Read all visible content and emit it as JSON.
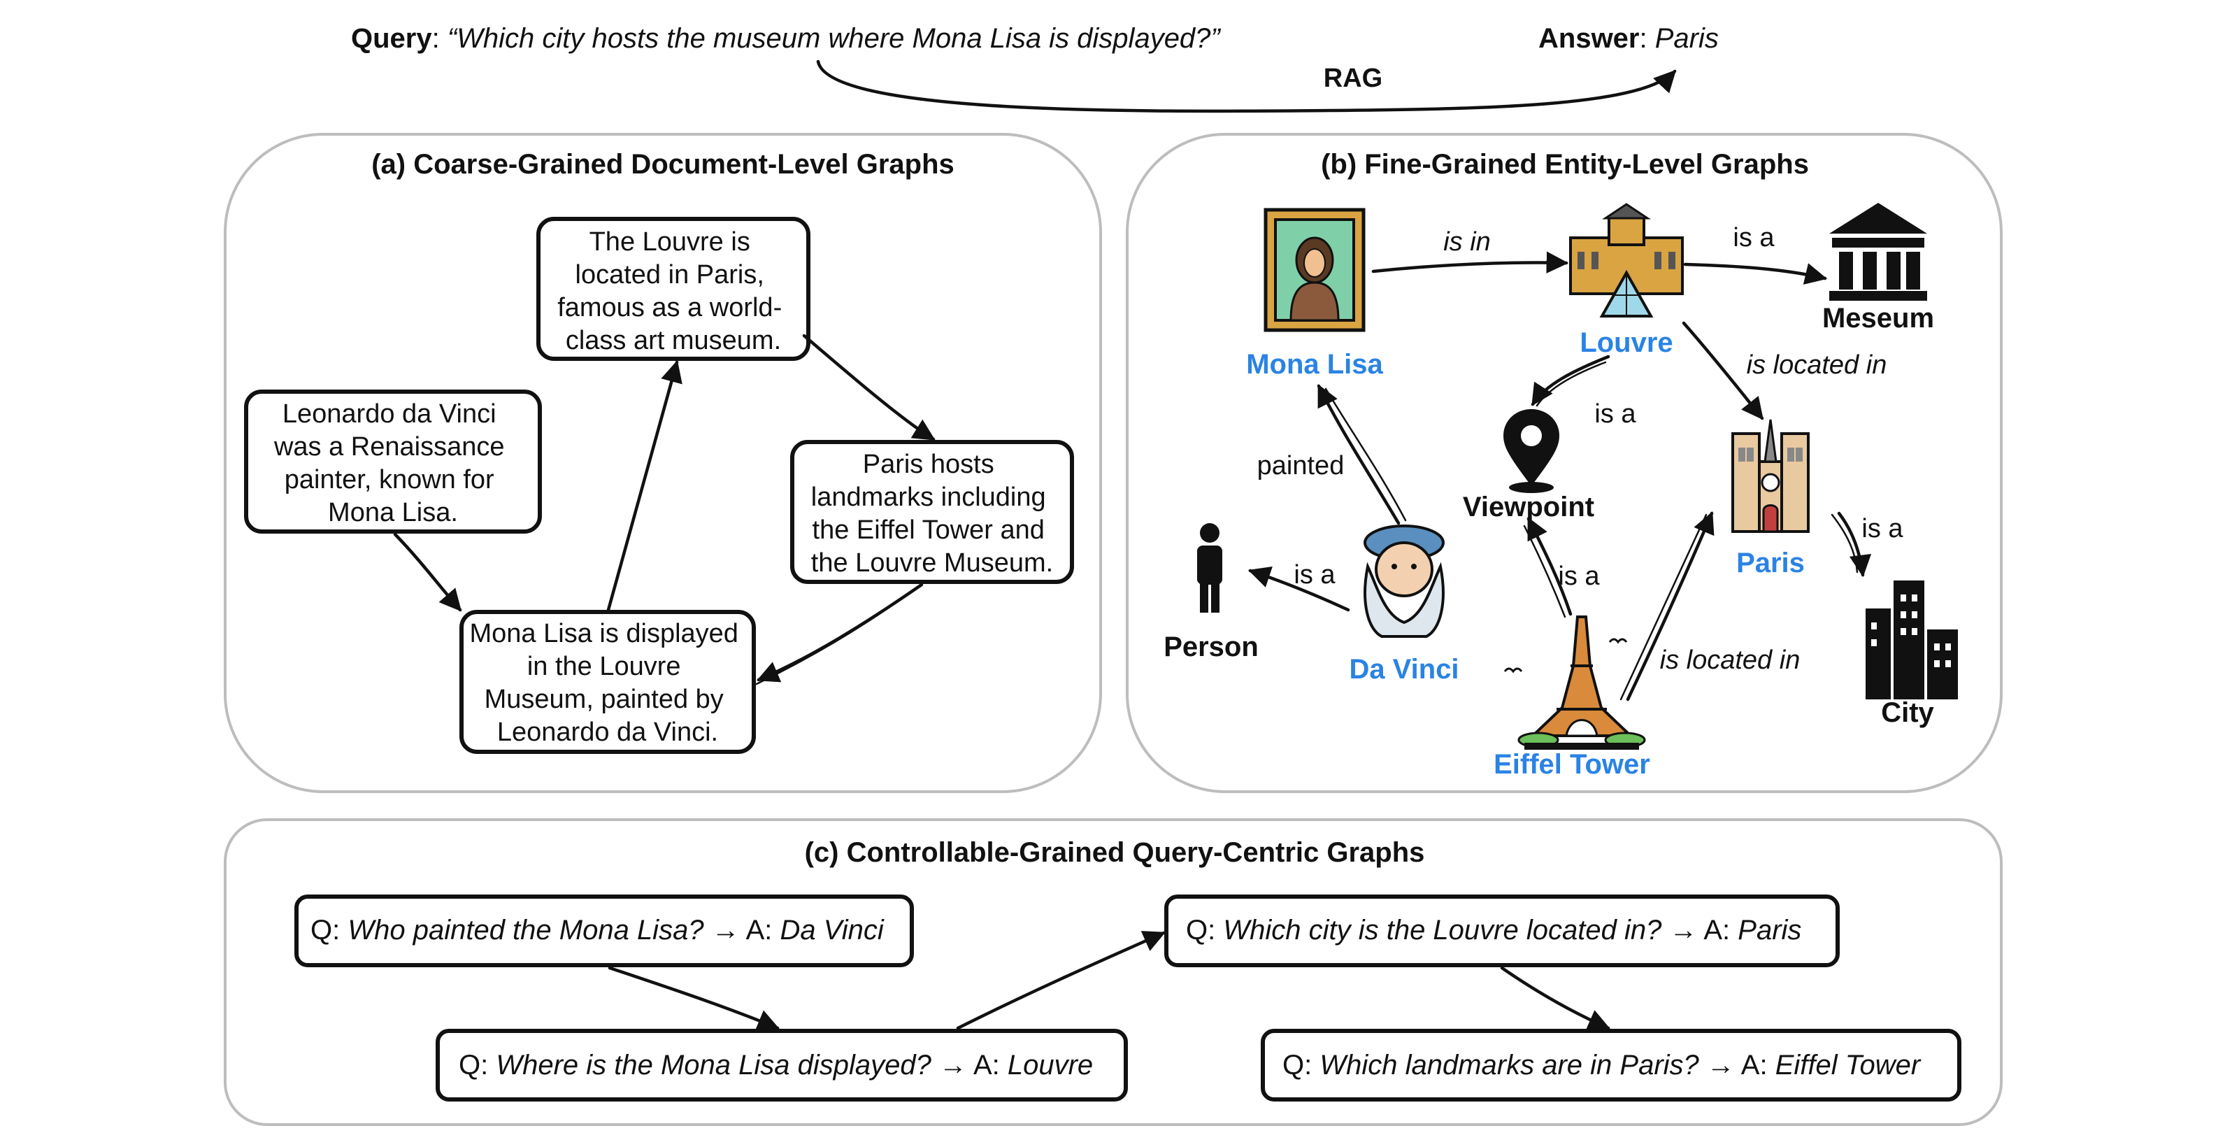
{
  "top": {
    "query_label": "Query",
    "query_text": "“Which city hosts the museum where Mona Lisa is displayed?”",
    "answer_label": "Answer",
    "answer_text": "Paris",
    "rag_label": "RAG"
  },
  "panel_a": {
    "title": "(a) Coarse-Grained Document-Level Graphs",
    "docs": [
      {
        "lines": [
          "The Louvre is",
          "located in Paris,",
          "famous as a world-",
          "class art museum."
        ]
      },
      {
        "lines": [
          "Leonardo da Vinci",
          "was a Renaissance",
          "painter, known for",
          "Mona Lisa."
        ]
      },
      {
        "lines": [
          "Paris hosts",
          "landmarks including",
          "the Eiffel Tower and",
          "the Louvre Museum."
        ]
      },
      {
        "lines": [
          "Mona Lisa is displayed",
          "in the Louvre",
          "Museum, painted by",
          "Leonardo da Vinci."
        ]
      }
    ]
  },
  "panel_b": {
    "title": "(b) Fine-Grained Entity-Level Graphs",
    "entities": {
      "mona_lisa": "Mona Lisa",
      "louvre": "Louvre",
      "museum": "Meseum",
      "viewpoint": "Viewpoint",
      "paris": "Paris",
      "person": "Person",
      "da_vinci": "Da Vinci",
      "eiffel": "Eiffel Tower",
      "city": "City"
    },
    "relations": {
      "is_in": "is in",
      "is_a_museum": "is a",
      "is_located_in_paris": "is located in",
      "is_a_viewpoint": "is a",
      "painted": "painted",
      "is_a_person": "is a",
      "is_a_eiffel": "is a",
      "is_located_in_eiffel": "is located in",
      "is_a_city": "is a"
    },
    "icons": [
      "painting-icon",
      "louvre-icon",
      "museum-icon",
      "location-pin-icon",
      "cathedral-icon",
      "person-icon",
      "da-vinci-icon",
      "eiffel-tower-icon",
      "city-icon"
    ]
  },
  "panel_c": {
    "title": "(c)  Controllable-Grained Query-Centric Graphs",
    "q_prefix": "Q: ",
    "a_prefix": " A: ",
    "arrow": "→",
    "qas": [
      {
        "q": "Who painted the Mona Lisa?",
        "a": "Da Vinci"
      },
      {
        "q": "Where is the Mona Lisa displayed?",
        "a": "Louvre"
      },
      {
        "q": "Which city is the Louvre located in?",
        "a": "Paris"
      },
      {
        "q": "Which landmarks are in Paris? ",
        "a": "Eiffel Tower"
      }
    ]
  },
  "colors": {
    "entity_blue": "#2a83e4",
    "panel_border": "#bdbdbd",
    "ink": "#111111"
  }
}
